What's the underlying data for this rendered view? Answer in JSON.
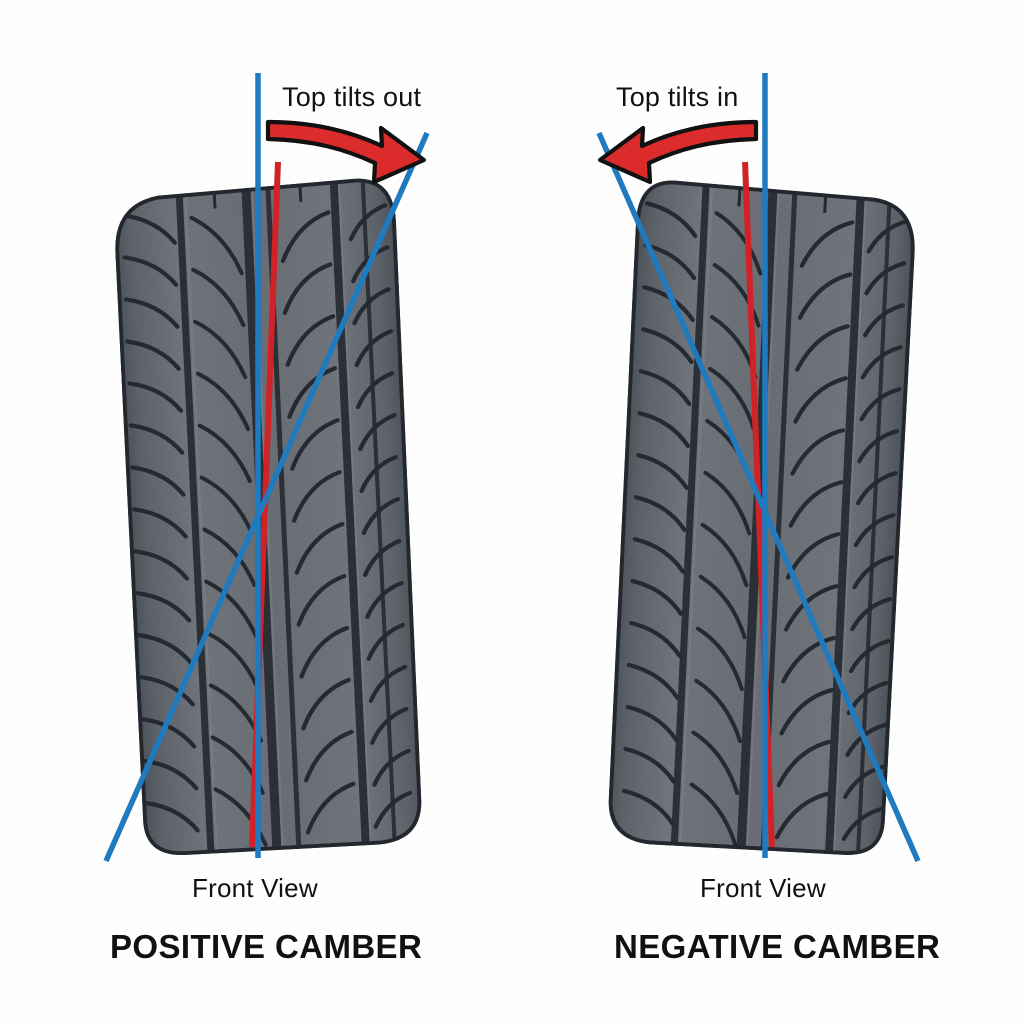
{
  "diagram": {
    "title_hidden": "",
    "background_color": "#ffffff",
    "colors": {
      "reference_line": "#1f7ac0",
      "camber_line": "#1f7ac0",
      "center_line": "#d12228",
      "arrow_fill": "#dc2b2b",
      "arrow_stroke": "#111111",
      "tire_dark": "#52585e",
      "tire_mid": "#686e74",
      "tire_light": "#777d83",
      "tire_outline": "#23282e",
      "text": "#111111"
    },
    "panels": [
      {
        "id": "positive",
        "callout": "Top tilts out",
        "view_label": "Front View",
        "caption": "POSITIVE CAMBER",
        "arrow_direction": "right",
        "tilt_degrees": 3.2,
        "tilt_sign": "out"
      },
      {
        "id": "negative",
        "callout": "Top tilts in",
        "view_label": "Front View",
        "caption": "NEGATIVE CAMBER",
        "arrow_direction": "left",
        "tilt_degrees": -3.2,
        "tilt_sign": "in"
      }
    ]
  }
}
